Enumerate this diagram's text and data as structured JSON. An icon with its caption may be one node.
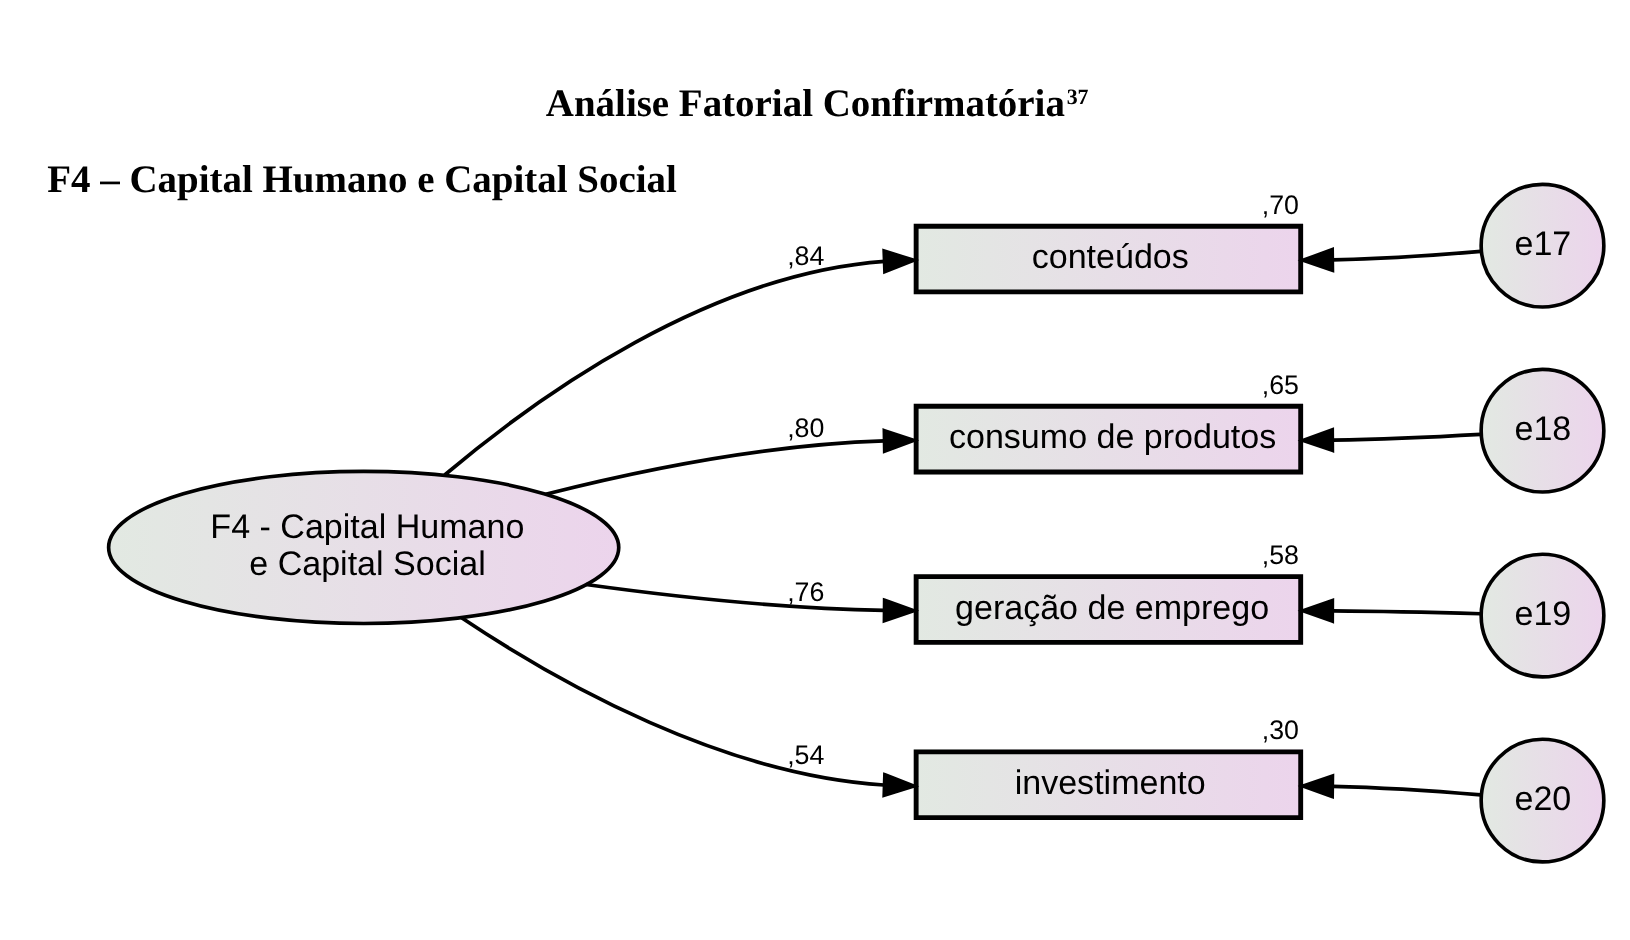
{
  "diagram": {
    "title": "Análise Fatorial Confirmatória$^{37}$",
    "nodes": [
      {
        "text": [
          "F4 - Capital Humano e Capital Social"
        ]
      },
      {
        "text": [
          "conteúdos"
        ],
        "beside": [
          ",70"
        ]
      },
      {
        "text": [
          "consumo de produtos"
        ],
        "beside": [
          ",65"
        ]
      },
      {
        "text": [
          "geração de emprego"
        ],
        "beside": [
          ",58"
        ]
      },
      {
        "text": [
          "investimento"
        ],
        "beside": [
          ",30"
        ]
      },
      {
        "text": [
          "e17"
        ]
      },
      {
        "text": [
          "e18"
        ]
      },
      {
        "text": [
          "e19"
        ]
      },
      {
        "text": [
          "e20"
        ]
      }
    ],
    "edges": [
      {
        "from": 0,
        "to": 1,
        "arrow": "to",
        "label": ",84"
      },
      {
        "from": 0,
        "to": 2,
        "arrow": "to",
        "label": ",80"
      },
      {
        "from": 0,
        "to": 3,
        "arrow": "to",
        "label": ",76"
      },
      {
        "from": 0,
        "to": 4,
        "arrow": "to",
        "label": ",54"
      },
      {
        "from": 5,
        "to": 1,
        "arrow": "to"
      },
      {
        "from": 6,
        "to": 2,
        "arrow": "to"
      },
      {
        "from": 7,
        "to": 3,
        "arrow": "to"
      },
      {
        "from": 8,
        "to": 4,
        "arrow": "to"
      }
    ],
    "labels": [
      "F4 – Capital Humano e Capital Social"
    ]
  }
}
